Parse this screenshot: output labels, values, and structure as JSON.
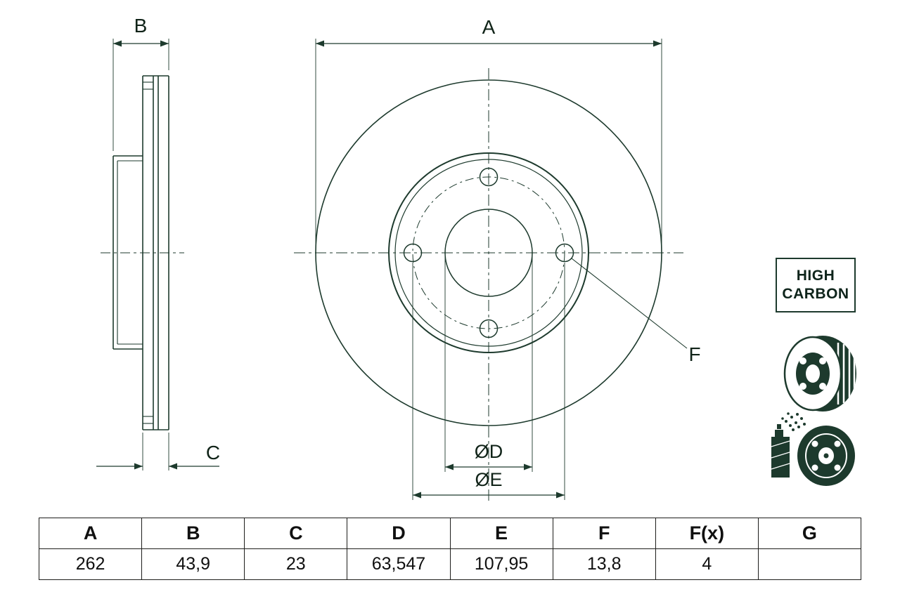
{
  "drawing": {
    "dim_a_label": "A",
    "dim_b_label": "B",
    "dim_c_label": "C",
    "dim_d_label": "ØD",
    "dim_e_label": "ØE",
    "dim_f_label": "F"
  },
  "badge": {
    "line1": "HIGH",
    "line2": "CARBON"
  },
  "icons": {
    "disc_icon": "vented-brake-disc-icon",
    "spray_icon": "coated-disc-spray-icon"
  },
  "colors": {
    "ink": "#1d3a2d",
    "table_border": "#1d1d1b"
  },
  "table": {
    "headers": [
      "A",
      "B",
      "C",
      "D",
      "E",
      "F",
      "F(x)",
      "G"
    ],
    "values": [
      "262",
      "43,9",
      "23",
      "63,547",
      "107,95",
      "13,8",
      "4",
      ""
    ]
  }
}
